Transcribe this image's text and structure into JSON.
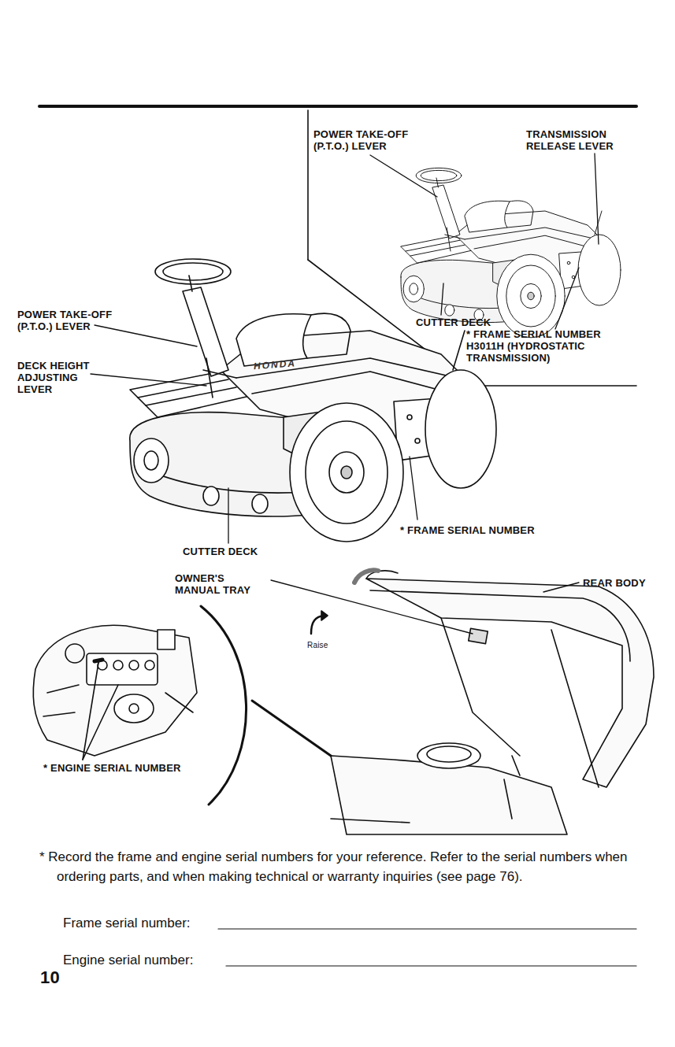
{
  "diagram": {
    "labels": [
      "POWER TAKE-OFF (P.T.O.) LEVER",
      "TRANSMISSION RELEASE LEVER",
      "CUTTER DECK",
      "* FRAME SERIAL NUMBER H3011H (HYDROSTATIC TRANSMISSION)",
      "POWER TAKE-OFF (P.T.O.) LEVER",
      "DECK HEIGHT ADJUSTING LEVER",
      "HONDA",
      "* FRAME SERIAL NUMBER",
      "CUTTER DECK",
      "OWNER'S MANUAL TRAY",
      "REAR BODY",
      "Raise",
      "* ENGINE SERIAL NUMBER",
      "* Record the frame and engine serial numbers for your reference. Refer to the serial numbers when ordering parts, and when making technical or warranty inquiries (see page 76).",
      "Frame serial number:",
      "Engine serial number:",
      "10"
    ]
  }
}
